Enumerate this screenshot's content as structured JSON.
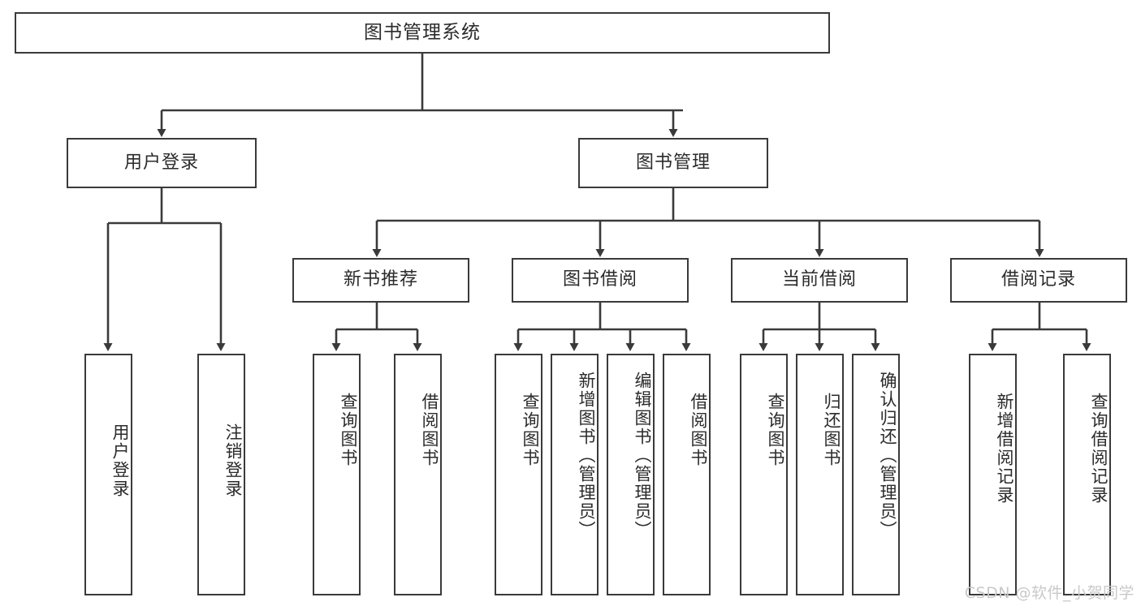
{
  "diagram": {
    "type": "tree",
    "title": "图书管理系统",
    "root": {
      "label": "图书管理系统",
      "children": [
        {
          "label": "用户登录",
          "children": [
            {
              "label": "用户登录"
            },
            {
              "label": "注销登录"
            }
          ]
        },
        {
          "label": "图书管理",
          "children": [
            {
              "label": "新书推荐",
              "children": [
                {
                  "label": "查询图书"
                },
                {
                  "label": "借阅图书"
                }
              ]
            },
            {
              "label": "图书借阅",
              "children": [
                {
                  "label": "查询图书"
                },
                {
                  "label": "新增图书（管理员）"
                },
                {
                  "label": "编辑图书（管理员）"
                },
                {
                  "label": "借阅图书"
                }
              ]
            },
            {
              "label": "当前借阅",
              "children": [
                {
                  "label": "查询图书"
                },
                {
                  "label": "归还图书"
                },
                {
                  "label": "确认归还（管理员）"
                }
              ]
            },
            {
              "label": "借阅记录",
              "children": [
                {
                  "label": "新增借阅记录"
                },
                {
                  "label": "查询借阅记录"
                }
              ]
            }
          ]
        }
      ]
    }
  },
  "nodes": {
    "root": "图书管理系统",
    "l2_user_login": "用户登录",
    "l2_book_mgmt": "图书管理",
    "l3_new_book": "新书推荐",
    "l3_borrow": "图书借阅",
    "l3_current": "当前借阅",
    "l3_record": "借阅记录",
    "leaf_user_login": "用户登录",
    "leaf_logout": "注销登录",
    "leaf_nb_query": "查询图书",
    "leaf_nb_borrow": "借阅图书",
    "leaf_bw_query": "查询图书",
    "leaf_bw_add": "新增图书（管理员）",
    "leaf_bw_edit": "编辑图书（管理员）",
    "leaf_bw_borrow": "借阅图书",
    "leaf_cur_query": "查询图书",
    "leaf_cur_return": "归还图书",
    "leaf_cur_confirm": "确认归还（管理员）",
    "leaf_rec_add": "新增借阅记录",
    "leaf_rec_query": "查询借阅记录"
  },
  "watermark": {
    "text": "CSDN @软件_小贺同学"
  },
  "colors": {
    "border": "#3a3a3a",
    "text": "#2b2b2b",
    "background": "#ffffff",
    "watermark": "#c9c9c9"
  }
}
